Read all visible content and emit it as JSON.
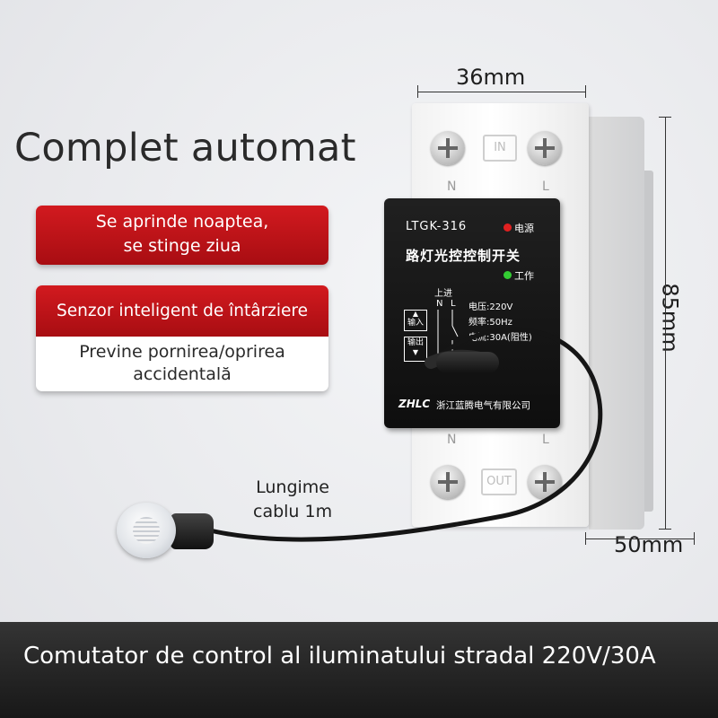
{
  "headline": "Complet automat",
  "badge_primary": {
    "line1": "Se aprinde noaptea,",
    "line2": "se stinge ziua"
  },
  "badge_secondary": {
    "title": "Senzor inteligent de întârziere",
    "line1": "Previne pornirea/oprirea",
    "line2": "accidentală"
  },
  "dimensions": {
    "width": "36mm",
    "height": "85mm",
    "depth": "50mm"
  },
  "cable": {
    "line1": "Lungime",
    "line2": "cablu 1m"
  },
  "footer": "Comutator de control al iluminatului stradal 220V/30A",
  "device": {
    "model": "LTGK-316",
    "power_label": "电源",
    "name": "路灯光控控制开关",
    "work_label": "工作",
    "up_label": "上进",
    "n_label": "N",
    "l_label": "L",
    "input_label": "输入",
    "output_label": "输出",
    "voltage": "电压:220V",
    "frequency": "频率:50Hz",
    "current": "电流:30A(阻性)",
    "brand": "ZHLC",
    "company": "浙江蓝腾电气有限公司",
    "in_label": "IN",
    "out_label": "OUT",
    "top_n": "N",
    "top_l": "L",
    "bottom_n": "N",
    "bottom_l": "L"
  },
  "colors": {
    "accent_red": "#c0161b",
    "footer_bg": "#222222",
    "led_red": "#e02020",
    "led_green": "#33cc33"
  }
}
